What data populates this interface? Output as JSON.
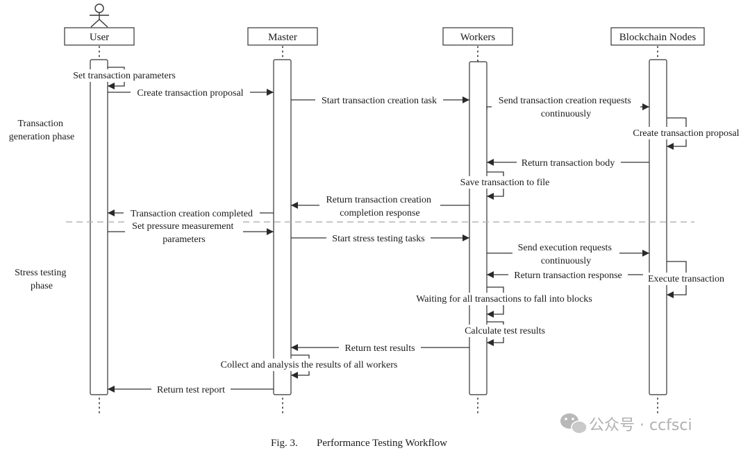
{
  "participants": [
    {
      "id": "user",
      "label": "User"
    },
    {
      "id": "master",
      "label": "Master"
    },
    {
      "id": "workers",
      "label": "Workers"
    },
    {
      "id": "nodes",
      "label": "Blockchain Nodes"
    }
  ],
  "phases": [
    {
      "id": "generation",
      "lines": [
        "Transaction",
        "generation phase"
      ]
    },
    {
      "id": "stress",
      "lines": [
        "Stress testing",
        "phase"
      ]
    }
  ],
  "messages": [
    {
      "id": "m1",
      "from": "user",
      "to": "user",
      "self": true,
      "lines": [
        "Set transaction parameters"
      ]
    },
    {
      "id": "m2",
      "from": "user",
      "to": "master",
      "lines": [
        "Create transaction proposal"
      ]
    },
    {
      "id": "m3",
      "from": "master",
      "to": "workers",
      "lines": [
        "Start transaction creation task"
      ]
    },
    {
      "id": "m4",
      "from": "workers",
      "to": "nodes",
      "lines": [
        "Send transaction creation requests",
        "continuously"
      ]
    },
    {
      "id": "m5",
      "from": "nodes",
      "to": "nodes",
      "self": true,
      "lines": [
        "Create transaction proposal"
      ]
    },
    {
      "id": "m6",
      "from": "nodes",
      "to": "workers",
      "lines": [
        "Return transaction body"
      ]
    },
    {
      "id": "m7",
      "from": "workers",
      "to": "workers",
      "self": true,
      "lines": [
        "Save transaction to file"
      ]
    },
    {
      "id": "m8",
      "from": "workers",
      "to": "master",
      "lines": [
        "Return transaction creation",
        "completion response"
      ]
    },
    {
      "id": "m9",
      "from": "master",
      "to": "user",
      "lines": [
        "Transaction creation completed"
      ]
    },
    {
      "id": "m10",
      "from": "user",
      "to": "master",
      "lines": [
        "Set pressure measurement",
        "parameters"
      ]
    },
    {
      "id": "m11",
      "from": "master",
      "to": "workers",
      "lines": [
        "Start stress testing tasks"
      ]
    },
    {
      "id": "m12",
      "from": "workers",
      "to": "nodes",
      "lines": [
        "Send execution requests",
        "continuously"
      ]
    },
    {
      "id": "m13",
      "from": "nodes",
      "to": "workers",
      "lines": [
        "Return transaction response"
      ]
    },
    {
      "id": "m14",
      "from": "nodes",
      "to": "nodes",
      "self": true,
      "lines": [
        "Execute transaction"
      ]
    },
    {
      "id": "m15",
      "from": "workers",
      "to": "workers",
      "self": true,
      "lines": [
        "Waiting for all transactions to fall into blocks"
      ]
    },
    {
      "id": "m16",
      "from": "workers",
      "to": "workers",
      "self": true,
      "lines": [
        "Calculate test results"
      ]
    },
    {
      "id": "m17",
      "from": "workers",
      "to": "master",
      "lines": [
        "Return test results"
      ]
    },
    {
      "id": "m18",
      "from": "master",
      "to": "master",
      "self": true,
      "lines": [
        "Collect and analysis the results of all workers"
      ]
    },
    {
      "id": "m19",
      "from": "master",
      "to": "user",
      "lines": [
        "Return test report"
      ]
    }
  ],
  "caption": {
    "number": "Fig. 3.",
    "title": "Performance Testing Workflow"
  },
  "watermark": "公众号 · ccfsci",
  "colors": {
    "line": "#333333",
    "dash": "#b5b5b5",
    "watermark": "#b0b0b0"
  }
}
